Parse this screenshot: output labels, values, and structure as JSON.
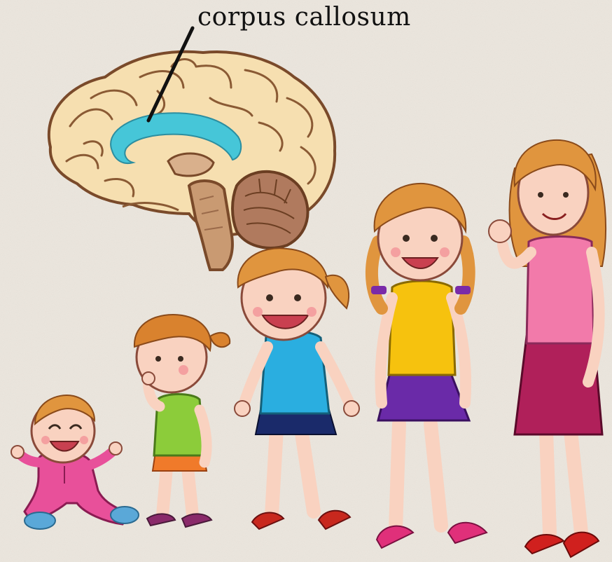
{
  "labels": {
    "structure": "corpus callosum"
  },
  "figures": [
    {
      "stage": "baby"
    },
    {
      "stage": "toddler"
    },
    {
      "stage": "young-child"
    },
    {
      "stage": "older-child"
    },
    {
      "stage": "adult-woman"
    }
  ],
  "colors": {
    "background": "#ece7df",
    "brain": "#f6dfb0",
    "brain_outline": "#7a4a2a",
    "corpus_callosum": "#46c6d8",
    "cerebellum": "#b07a5e",
    "brainstem": "#c99a72"
  }
}
